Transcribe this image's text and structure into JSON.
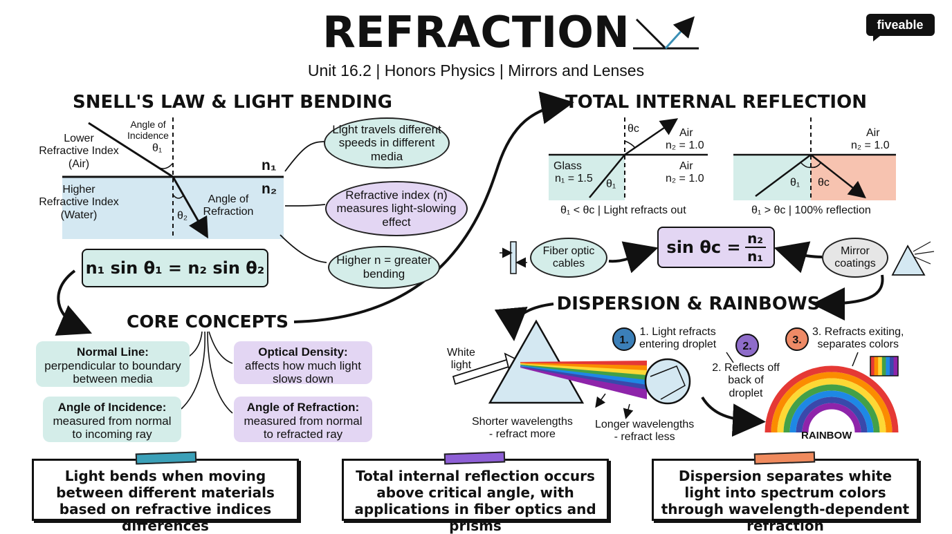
{
  "header": {
    "title": "REFRACTION",
    "subtitle": "Unit 16.2 | Honors Physics | Mirrors and Lenses",
    "brand": "fiveable"
  },
  "snell": {
    "heading": "SNELL'S LAW & LIGHT BENDING",
    "lower_index": [
      "Lower",
      "Refractive Index",
      "(Air)"
    ],
    "higher_index": [
      "Higher",
      "Refractive Index",
      "(Water)"
    ],
    "angle_incidence": [
      "Angle of",
      "Incidence"
    ],
    "angle_refraction": [
      "Angle of",
      "Refraction"
    ],
    "theta1": "θ₁",
    "theta2": "θ₂",
    "n1": "n₁",
    "n2": "n₂",
    "equation": "n₁ sin θ₁ = n₂ sin θ₂",
    "bubbles": [
      "Light travels different speeds in different media",
      "Refractive index (n) measures light-slowing effect",
      "Higher n = greater bending"
    ]
  },
  "tir": {
    "heading": "TOTAL INTERNAL REFLECTION",
    "left": {
      "theta_c": "θc",
      "air_top": "Air",
      "n2_top": "n₂ = 1.0",
      "glass": "Glass",
      "n1": "n₁ = 1.5",
      "theta1": "θ₁",
      "air_right": "Air",
      "n2_right": "n₂ = 1.0",
      "caption": "θ₁ < θc | Light refracts out"
    },
    "right": {
      "air": "Air",
      "n2": "n₂ = 1.0",
      "theta1": "θ₁",
      "theta_c": "θc",
      "caption": "θ₁ > θc | 100% reflection"
    },
    "fiber": "Fiber optic cables",
    "critical_eq_left": "sin θc =",
    "critical_num": "n₂",
    "critical_den": "n₁",
    "mirror": "Mirror coatings"
  },
  "core": {
    "heading": "CORE CONCEPTS",
    "items": [
      {
        "title": "Normal Line:",
        "text": "perpendicular to boundary between media",
        "color": "#d4ede9"
      },
      {
        "title": "Optical Density:",
        "text": "affects how much light slows down",
        "color": "#e3d6f3"
      },
      {
        "title": "Angle of Incidence:",
        "text": "measured from normal to incoming ray",
        "color": "#d4ede9"
      },
      {
        "title": "Angle of Refraction:",
        "text": "measured from normal to refracted ray",
        "color": "#e3d6f3"
      }
    ]
  },
  "dispersion": {
    "heading": "DISPERSION & RAINBOWS",
    "white_light": [
      "White",
      "light"
    ],
    "steps": [
      {
        "num": "1.",
        "text": [
          "1. Light refracts",
          "entering droplet"
        ],
        "color": "#3b7fb8"
      },
      {
        "num": "2.",
        "text": [
          "2. Reflects off",
          "back of",
          "droplet"
        ],
        "color": "#8e6cc9"
      },
      {
        "num": "3.",
        "text": [
          "3. Refracts exiting,",
          "separates colors"
        ],
        "color": "#ee8a66"
      }
    ],
    "shorter": [
      "Shorter wavelengths",
      "- refract more"
    ],
    "longer": [
      "Longer wavelengths",
      "- refract less"
    ],
    "rainbow_label": "RAINBOW",
    "spectrum_colors": [
      "#e53935",
      "#fb8c00",
      "#fdd835",
      "#43a047",
      "#1e88e5",
      "#3949ab",
      "#8e24aa"
    ]
  },
  "summaries": [
    {
      "text": "Light bends when moving between different materials based on refractive indices differences",
      "tape": "#3aa0b8"
    },
    {
      "text": "Total internal reflection occurs above critical angle, with applications in fiber optics and prisms",
      "tape": "#8e5fd6"
    },
    {
      "text": "Dispersion separates white light into spectrum colors through wavelength-dependent refraction",
      "tape": "#f08a5d"
    }
  ],
  "colors": {
    "teal": "#d4ede9",
    "lavender": "#e3d6f3",
    "water": "#d4e8f2",
    "glass": "#d4ede9",
    "salmon": "#f7c3b0",
    "arrow_blue": "#3a8fb5"
  }
}
